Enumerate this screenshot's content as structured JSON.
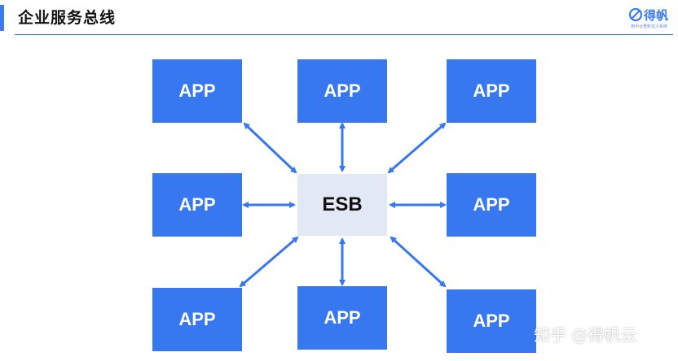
{
  "header": {
    "title": "企业服务总线",
    "logo_text": "得帆",
    "logo_subtitle": "用中台重新定义系统",
    "accent_color": "#3a7bf0"
  },
  "diagram": {
    "center_label": "ESB",
    "nodes": [
      "APP",
      "APP",
      "APP",
      "APP",
      "APP",
      "APP",
      "APP",
      "APP"
    ],
    "node_color": "#3778f0",
    "center_color": "#e3e9f4"
  },
  "watermark": "知乎 @得帆云"
}
